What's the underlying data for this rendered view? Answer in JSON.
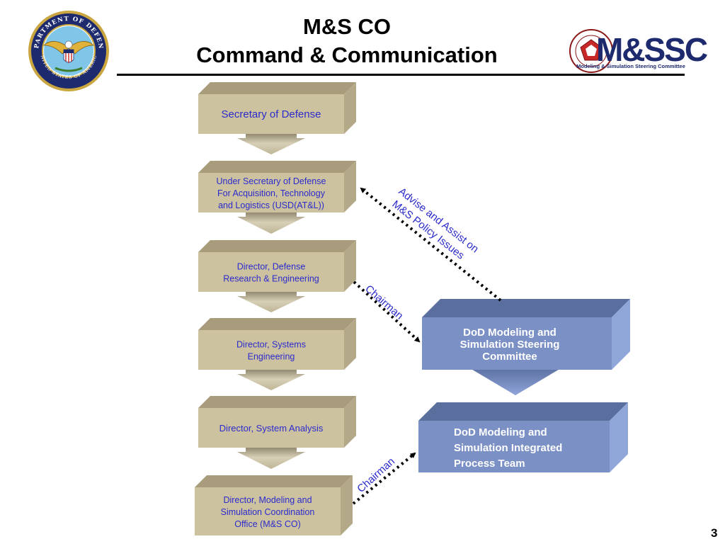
{
  "slide": {
    "title_line1": "M&S CO",
    "title_line2": "Command & Communication",
    "page_number": "3"
  },
  "logos": {
    "dod_seal_top": "DEPARTMENT OF DEFENSE",
    "dod_seal_bottom": "UNITED STATES OF AMERICA",
    "mssc_mark": "M&SSC",
    "mssc_caption": "Modeling & Simulation Steering Committee"
  },
  "chain": [
    {
      "lines": [
        "Secretary of Defense"
      ],
      "color": "#2b2bcc"
    },
    {
      "lines": [
        "Under Secretary of Defense",
        "For Acquisition, Technology",
        "and Logistics (USD(AT&L))"
      ],
      "color": "#2b2bcc"
    },
    {
      "lines": [
        "Director, Defense",
        "Research & Engineering"
      ],
      "color": "#2b2bcc"
    },
    {
      "lines": [
        "Director, Systems",
        "Engineering"
      ],
      "color": "#2b2bcc"
    },
    {
      "lines": [
        "Director, System Analysis"
      ],
      "color": "#2b2bcc"
    },
    {
      "lines": [
        "Director, Modeling and",
        "Simulation Coordination",
        "Office (M&S CO)"
      ],
      "color": "#2b2bcc"
    }
  ],
  "committees": [
    {
      "lines": [
        "DoD Modeling and",
        "Simulation Steering",
        "Committee"
      ]
    },
    {
      "lines": [
        "DoD Modeling and",
        "Simulation Integrated",
        "Process Team"
      ]
    }
  ],
  "connector_labels": {
    "advise_line1": "Advise and Assist on",
    "advise_line2": "M&S Policy Issues",
    "chairman_upper": "Chairman",
    "chairman_lower": "Chairman"
  },
  "colors": {
    "tan_front": "#cdc2a0",
    "tan_top": "#a89c7c",
    "tan_side": "#b3a887",
    "blue_front": "#7b90c4",
    "blue_top": "#5b6f9f",
    "blue_side": "#8fa6d8",
    "label_blue": "#2b2bcc"
  }
}
